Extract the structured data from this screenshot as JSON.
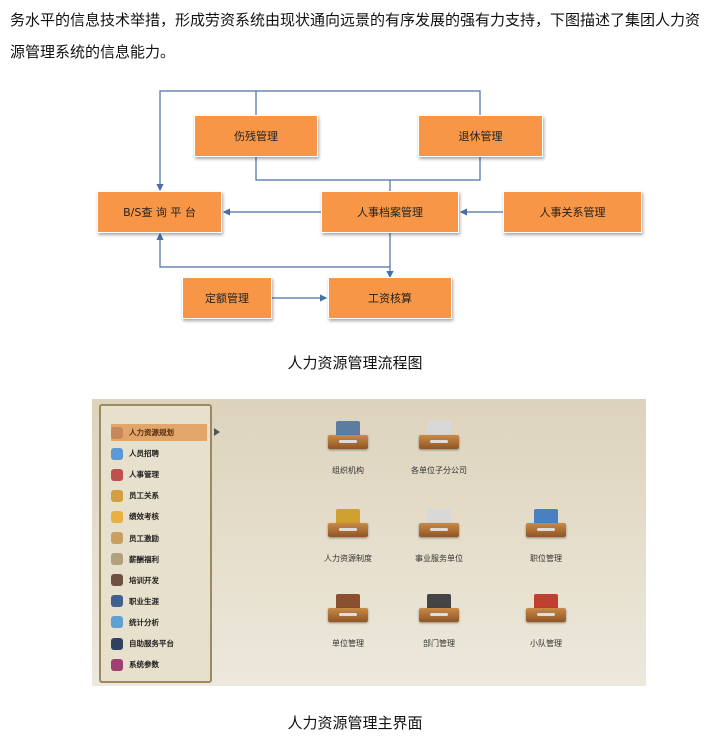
{
  "paragraph": "务水平的信息技术举措，形成劳资系统由现状通向远景的有序发展的强有力支持，下图描述了集团人力资源管理系统的信息能力。",
  "flowchart": {
    "boxes": {
      "shangcan": "伤残管理",
      "tuixiu": "退休管理",
      "bs": "B/S查 询 平 台",
      "dangan": "人事档案管理",
      "guanxi": "人事关系管理",
      "dinge": "定额管理",
      "gongzi": "工资核算"
    },
    "line_color": "#4a6fa5",
    "box_color": "#f79646"
  },
  "caption1": "人力资源管理流程图",
  "app": {
    "menu": [
      {
        "label": "人力资源规划",
        "icon": "planning-icon",
        "active": true
      },
      {
        "label": "人员招聘",
        "icon": "recruit-icon"
      },
      {
        "label": "人事管理",
        "icon": "personnel-icon"
      },
      {
        "label": "员工关系",
        "icon": "relations-icon"
      },
      {
        "label": "绩效考核",
        "icon": "performance-icon"
      },
      {
        "label": "员工激励",
        "icon": "incentive-icon"
      },
      {
        "label": "薪酬福利",
        "icon": "salary-icon"
      },
      {
        "label": "培训开发",
        "icon": "training-icon"
      },
      {
        "label": "职业生涯",
        "icon": "career-icon"
      },
      {
        "label": "统计分析",
        "icon": "statistics-icon"
      },
      {
        "label": "自助服务平台",
        "icon": "self-service-icon"
      },
      {
        "label": "系统参数",
        "icon": "settings-icon"
      }
    ],
    "tiles": [
      {
        "label": "组织机构",
        "icon": "organization-icon"
      },
      {
        "label": "各单位子分公司",
        "icon": "branch-icon"
      },
      {
        "label": "人力资源制度",
        "icon": "hr-policy-icon"
      },
      {
        "label": "事业服务单位",
        "icon": "service-unit-icon"
      },
      {
        "label": "职位管理",
        "icon": "position-icon"
      },
      {
        "label": "单位管理",
        "icon": "unit-icon"
      },
      {
        "label": "部门管理",
        "icon": "department-icon"
      },
      {
        "label": "小队管理",
        "icon": "team-icon"
      }
    ]
  },
  "caption2": "人力资源管理主界面"
}
